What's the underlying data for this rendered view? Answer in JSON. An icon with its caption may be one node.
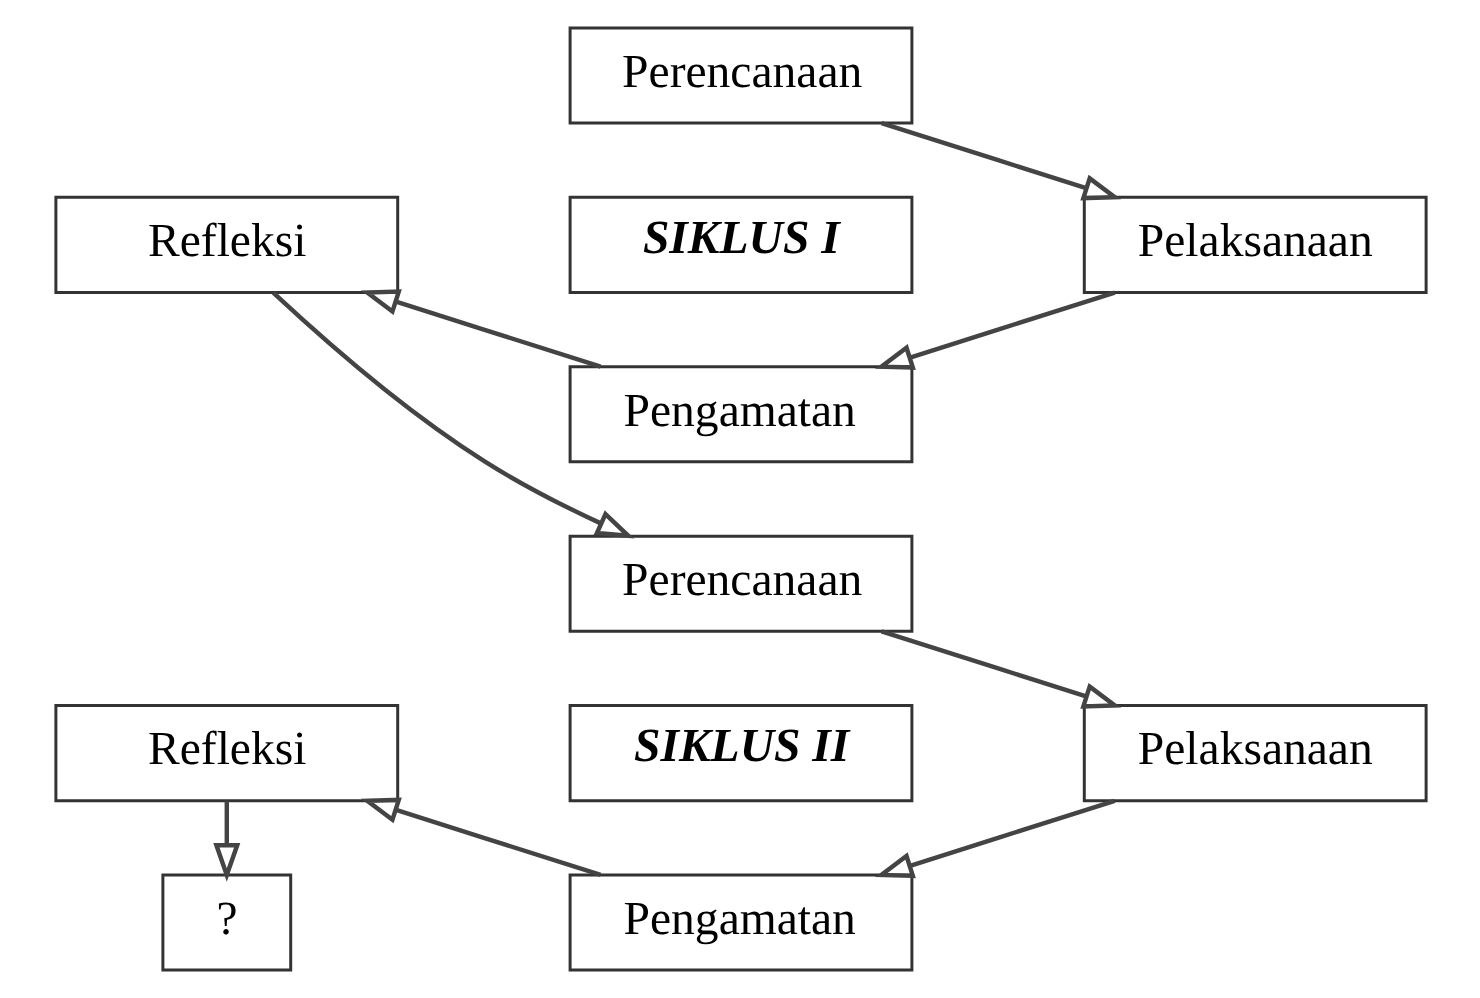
{
  "diagram": {
    "nodes": [
      {
        "text": [
          "Perencanaan"
        ]
      },
      {
        "text": [
          "Refleksi"
        ]
      },
      {
        "text": [
          "SIKLUS I"
        ]
      },
      {
        "text": [
          "Pelaksanaan"
        ]
      },
      {
        "text": [
          "Pengamatan"
        ]
      },
      {
        "text": [
          "Perencanaan"
        ]
      },
      {
        "text": [
          "Refleksi"
        ]
      },
      {
        "text": [
          "SIKLUS II"
        ]
      },
      {
        "text": [
          "Pelaksanaan"
        ]
      },
      {
        "text": [
          "Pengamatan"
        ]
      },
      {
        "text": [
          "?"
        ]
      }
    ],
    "edges": [
      {
        "from": 0,
        "to": 3,
        "arrow": "to"
      },
      {
        "from": 3,
        "to": 4,
        "arrow": "to"
      },
      {
        "from": 4,
        "to": 1,
        "arrow": "to"
      },
      {
        "from": 1,
        "to": 5,
        "arrow": "to"
      },
      {
        "from": 5,
        "to": 8,
        "arrow": "to"
      },
      {
        "from": 8,
        "to": 9,
        "arrow": "to"
      },
      {
        "from": 9,
        "to": 6,
        "arrow": "to"
      },
      {
        "from": 6,
        "to": 10,
        "arrow": "to"
      }
    ]
  }
}
